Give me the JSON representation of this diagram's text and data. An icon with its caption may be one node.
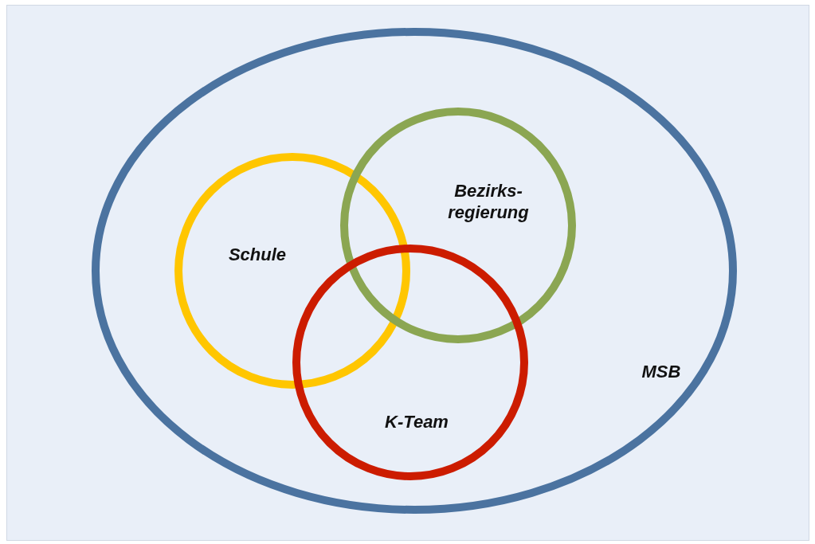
{
  "diagram": {
    "nodes": [
      {
        "text": [
          "MSB"
        ]
      },
      {
        "text": [
          "Schule"
        ],
        "in": 0
      },
      {
        "text": [
          "Bezirks- regierung"
        ],
        "in": 0
      },
      {
        "text": [
          "K-Team"
        ],
        "in": 0
      }
    ],
    "edges": []
  }
}
